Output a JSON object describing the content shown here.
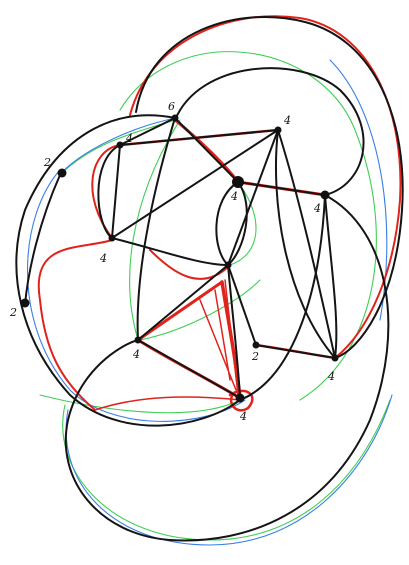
{
  "colors": {
    "black": "#141414",
    "red": "#e0231b",
    "green": "#3fcf55",
    "blue": "#3a7fe6",
    "background": "#ffffff"
  },
  "vertex_labels": [
    {
      "id": "top",
      "label": "6"
    },
    {
      "id": "top-left",
      "label": "4"
    },
    {
      "id": "far-left-top",
      "label": "2"
    },
    {
      "id": "far-left-bottom",
      "label": "2"
    },
    {
      "id": "mid-left",
      "label": "4"
    },
    {
      "id": "center-upper",
      "label": "4"
    },
    {
      "id": "top-right",
      "label": "4"
    },
    {
      "id": "right",
      "label": "4"
    },
    {
      "id": "center-lower-left",
      "label": "4"
    },
    {
      "id": "center-lower-right",
      "label": "2"
    },
    {
      "id": "bottom-right",
      "label": "4"
    },
    {
      "id": "bottom",
      "label": "4"
    }
  ]
}
